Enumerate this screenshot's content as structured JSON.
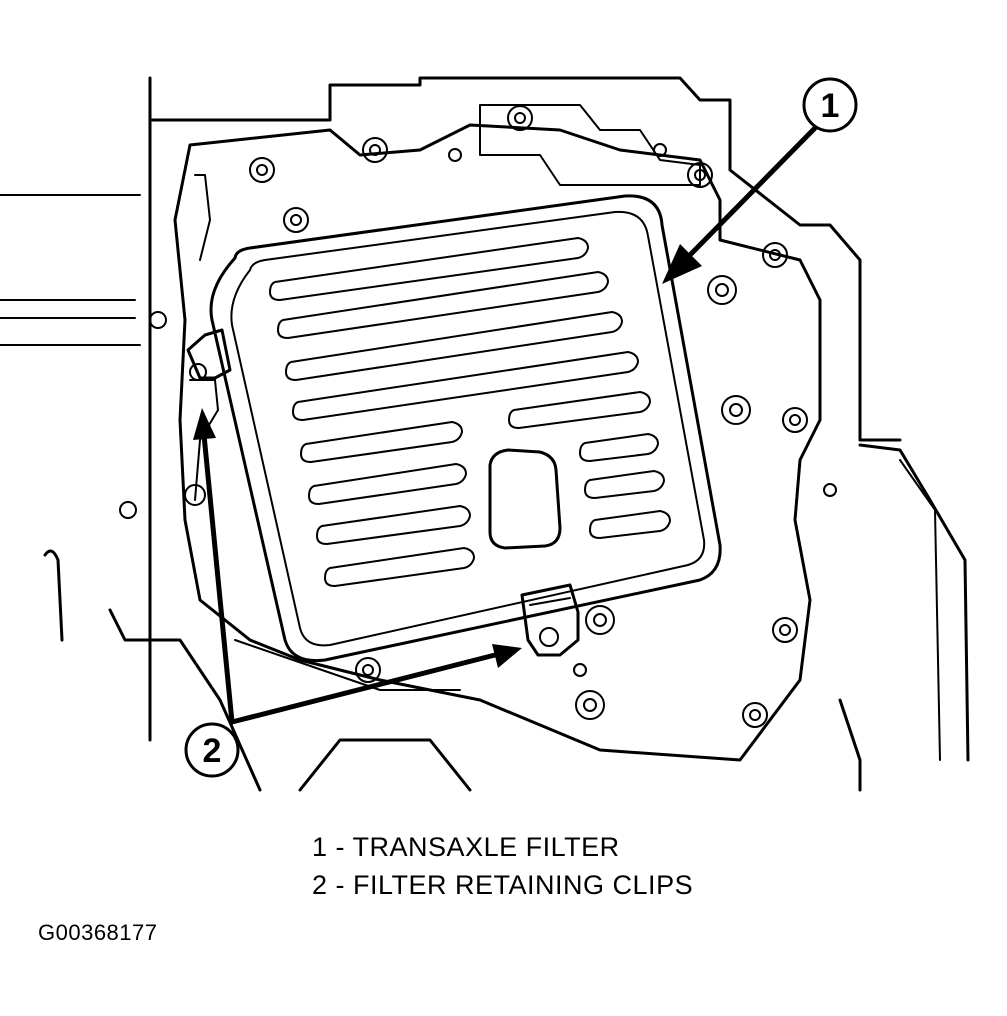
{
  "callouts": [
    {
      "number": "1"
    },
    {
      "number": "2"
    }
  ],
  "legend": [
    {
      "number": "1",
      "separator": " - ",
      "text": "TRANSAXLE FILTER"
    },
    {
      "number": "2",
      "separator": " - ",
      "text": "FILTER RETAINING CLIPS"
    }
  ],
  "figure_id": "G00368177",
  "colors": {
    "ink": "#000000",
    "paper": "#ffffff"
  }
}
